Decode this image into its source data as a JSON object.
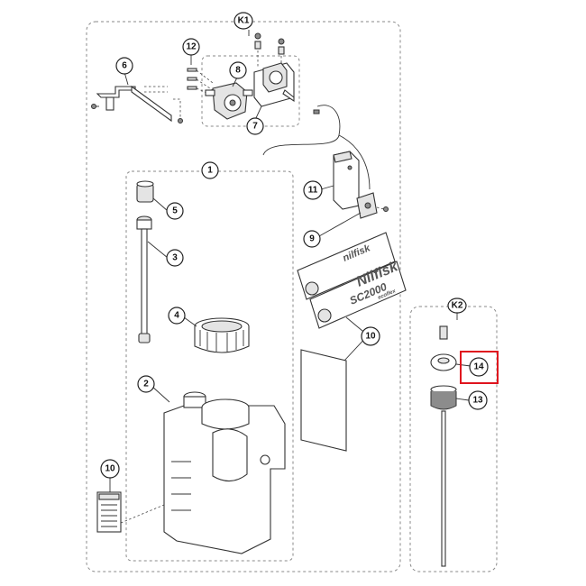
{
  "kits": [
    {
      "id": "k1",
      "label": "K1"
    },
    {
      "id": "k2",
      "label": "K2"
    }
  ],
  "callouts": {
    "c1": "1",
    "c2": "2",
    "c3": "3",
    "c4": "4",
    "c5": "5",
    "c6": "6",
    "c7": "7",
    "c8": "8",
    "c9": "9",
    "c10_decal": "10",
    "c10_label": "10",
    "c11": "11",
    "c12": "12",
    "c13": "13",
    "c14": "14"
  },
  "decal": {
    "brand_top": "nilfisk",
    "brand_main": "Nilfisk",
    "model": "SC2000",
    "sub": "ecoflex"
  },
  "highlighted_callout": "14",
  "colors": {
    "highlight": "#e0141e",
    "line": "#333333",
    "dashed_box": "#8a8a8a"
  }
}
